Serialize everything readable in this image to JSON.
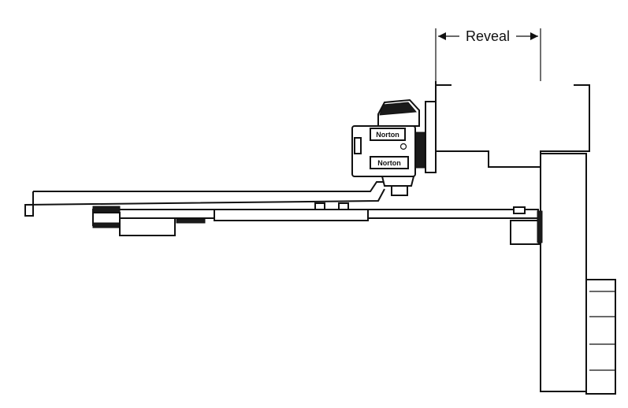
{
  "diagram": {
    "reveal_label": "Reveal",
    "brand_top": "Norton",
    "brand_bottom": "Norton"
  },
  "colors": {
    "ink": "#111111",
    "paper": "#ffffff"
  }
}
